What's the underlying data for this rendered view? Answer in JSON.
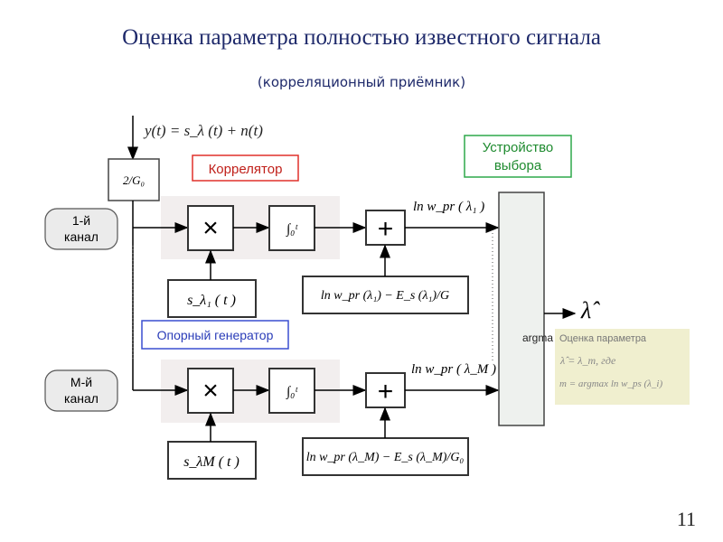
{
  "title": "Оценка параметра полностью известного сигнала",
  "subtitle": "(корреляционный приёмник)",
  "slide_number": "11",
  "input_signal": "y(t) = s_λ (t) + n(t)",
  "gain_block": "2/G₀",
  "correlator_label": "Коррелятор",
  "selector_label_line1": "Устройство",
  "selector_label_line2": "выбора",
  "channel_1_line1": "1-й",
  "channel_1_line2": "канал",
  "channel_m_line1": "М-й",
  "channel_m_line2": "канал",
  "generator_label": "Опорный генератор",
  "multiplier_symbol": "×",
  "adder_symbol": "+",
  "integrator_1": "∫₀ᵗ",
  "integrator_m": "∫₀ᵗ",
  "ref_signal_1": "s_λ₁ ( t )",
  "ref_signal_m": "s_λM ( t )",
  "prior_1": "ln w_pr ( λ₁ )",
  "prior_m": "ln w_pr ( λ_M )",
  "bias_1": "ln w_pr (λ₁) − E_s (λ₁)/G",
  "bias_m": "ln w_pr (λ_M) − E_s (λ_M)/G₀",
  "output_estimate": "λ̂",
  "selector_partial_text": "argma",
  "estimate_note_title": "Оценка параметра",
  "estimate_note_eq1": "λ̂ = λ_m, где",
  "estimate_note_eq2": "m = argmax ln w_ps (λ_i)"
}
